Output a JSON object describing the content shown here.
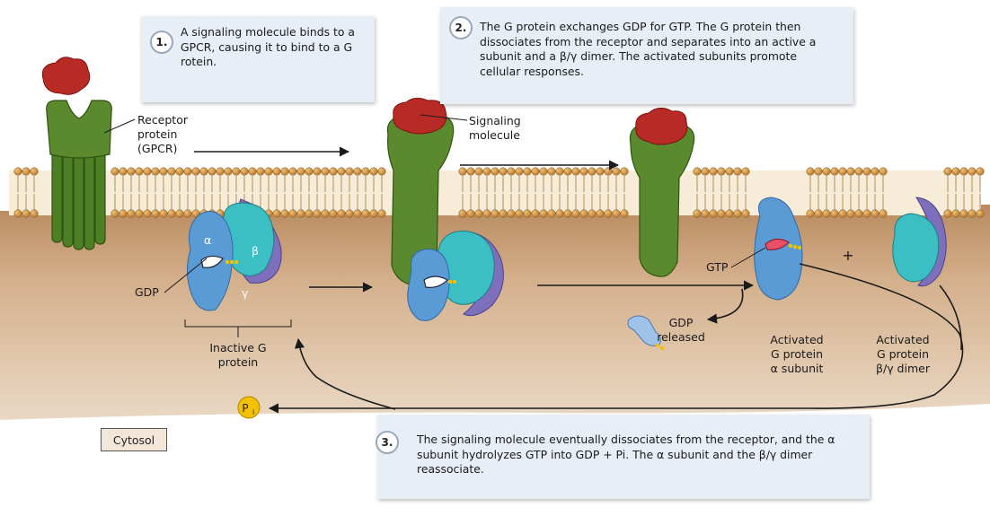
{
  "labels": {
    "receptor_l1": "Receptor",
    "receptor_l2": "protein",
    "receptor_l3": "(GPCR)",
    "signaling_l1": "Signaling",
    "signaling_l2": "molecule",
    "alpha": "α",
    "beta": "β",
    "gamma": "γ",
    "gdp": "GDP",
    "inactive_l1": "Inactive G",
    "inactive_l2": "protein",
    "gtp": "GTP",
    "plus": "+",
    "gdp_released_l1": "GDP",
    "gdp_released_l2": "released",
    "activated_alpha_l1": "Activated",
    "activated_alpha_l2": "G protein",
    "activated_alpha_l3": "α subunit",
    "activated_beta_l1": "Activated",
    "activated_beta_l2": "G protein",
    "activated_beta_l3": "β/γ dimer",
    "pi_main": "P",
    "pi_sub": "i",
    "cytosol": "Cytosol"
  },
  "steps": [
    {
      "number": "1.",
      "text": "A signaling molecule binds to a GPCR, causing it to bind to a G rotein."
    },
    {
      "number": "2.",
      "text": "The G protein exchanges GDP for GTP. The G protein then dissociates from the receptor and separates into an active a subunit and a β/γ  dimer. The activated subunits promote cellular responses."
    },
    {
      "number": "3.",
      "text": "The signaling molecule eventually dissociates from the receptor, and the α  subunit hydrolyzes GTP into GDP + Pi. The α subunit and the  β/γ dimer reassociate."
    }
  ],
  "colors": {
    "cytosol": "#c9a27d",
    "membrane_head": "#c88a3a",
    "receptor_green": "#5b8a2e",
    "signal_red": "#b82a25",
    "alpha_blue": "#5b9bd5",
    "beta_teal": "#3cbfc4",
    "gamma_purple": "#7e6fbd",
    "gtp_pink": "#e8506a",
    "pi_yellow": "#f2c200"
  }
}
